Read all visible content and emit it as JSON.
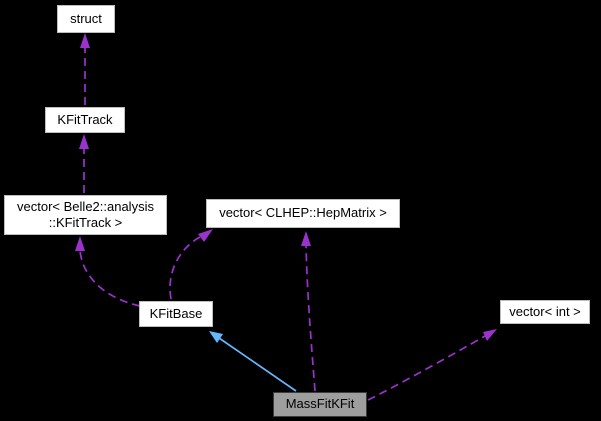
{
  "colors": {
    "background": "#000000",
    "node_fill": "#ffffff",
    "node_border": "#bdbdbd",
    "highlight_fill": "#9e9e9e",
    "highlight_border": "#3c3c3c",
    "dashed_edge": "#9a32cd",
    "solid_edge": "#63b8ff",
    "text": "#000000"
  },
  "nodes": [
    {
      "id": "struct",
      "label": "struct"
    },
    {
      "id": "kfittrack",
      "label": "KFitTrack"
    },
    {
      "id": "vector-belle2-kfittrack",
      "label_lines": [
        "vector< Belle2::analysis",
        "::KFitTrack >"
      ]
    },
    {
      "id": "vector-clhep-hepmatrix",
      "label": "vector< CLHEP::HepMatrix >"
    },
    {
      "id": "kfitbase",
      "label": "KFitBase"
    },
    {
      "id": "vector-int",
      "label": "vector< int >"
    },
    {
      "id": "massfitkfit",
      "label": "MassFitKFit",
      "highlighted": true
    }
  ],
  "edges": [
    {
      "from": "KFitTrack",
      "to": "struct",
      "style": "dashed-usage"
    },
    {
      "from": "vector< Belle2::analysis::KFitTrack >",
      "to": "KFitTrack",
      "style": "dashed-usage"
    },
    {
      "from": "KFitBase",
      "to": "vector< Belle2::analysis::KFitTrack >",
      "style": "dashed-usage"
    },
    {
      "from": "KFitBase",
      "to": "vector< CLHEP::HepMatrix >",
      "style": "dashed-usage"
    },
    {
      "from": "MassFitKFit",
      "to": "KFitBase",
      "style": "solid-inheritance"
    },
    {
      "from": "MassFitKFit",
      "to": "vector< CLHEP::HepMatrix >",
      "style": "dashed-usage"
    },
    {
      "from": "MassFitKFit",
      "to": "vector< int >",
      "style": "dashed-usage"
    }
  ]
}
